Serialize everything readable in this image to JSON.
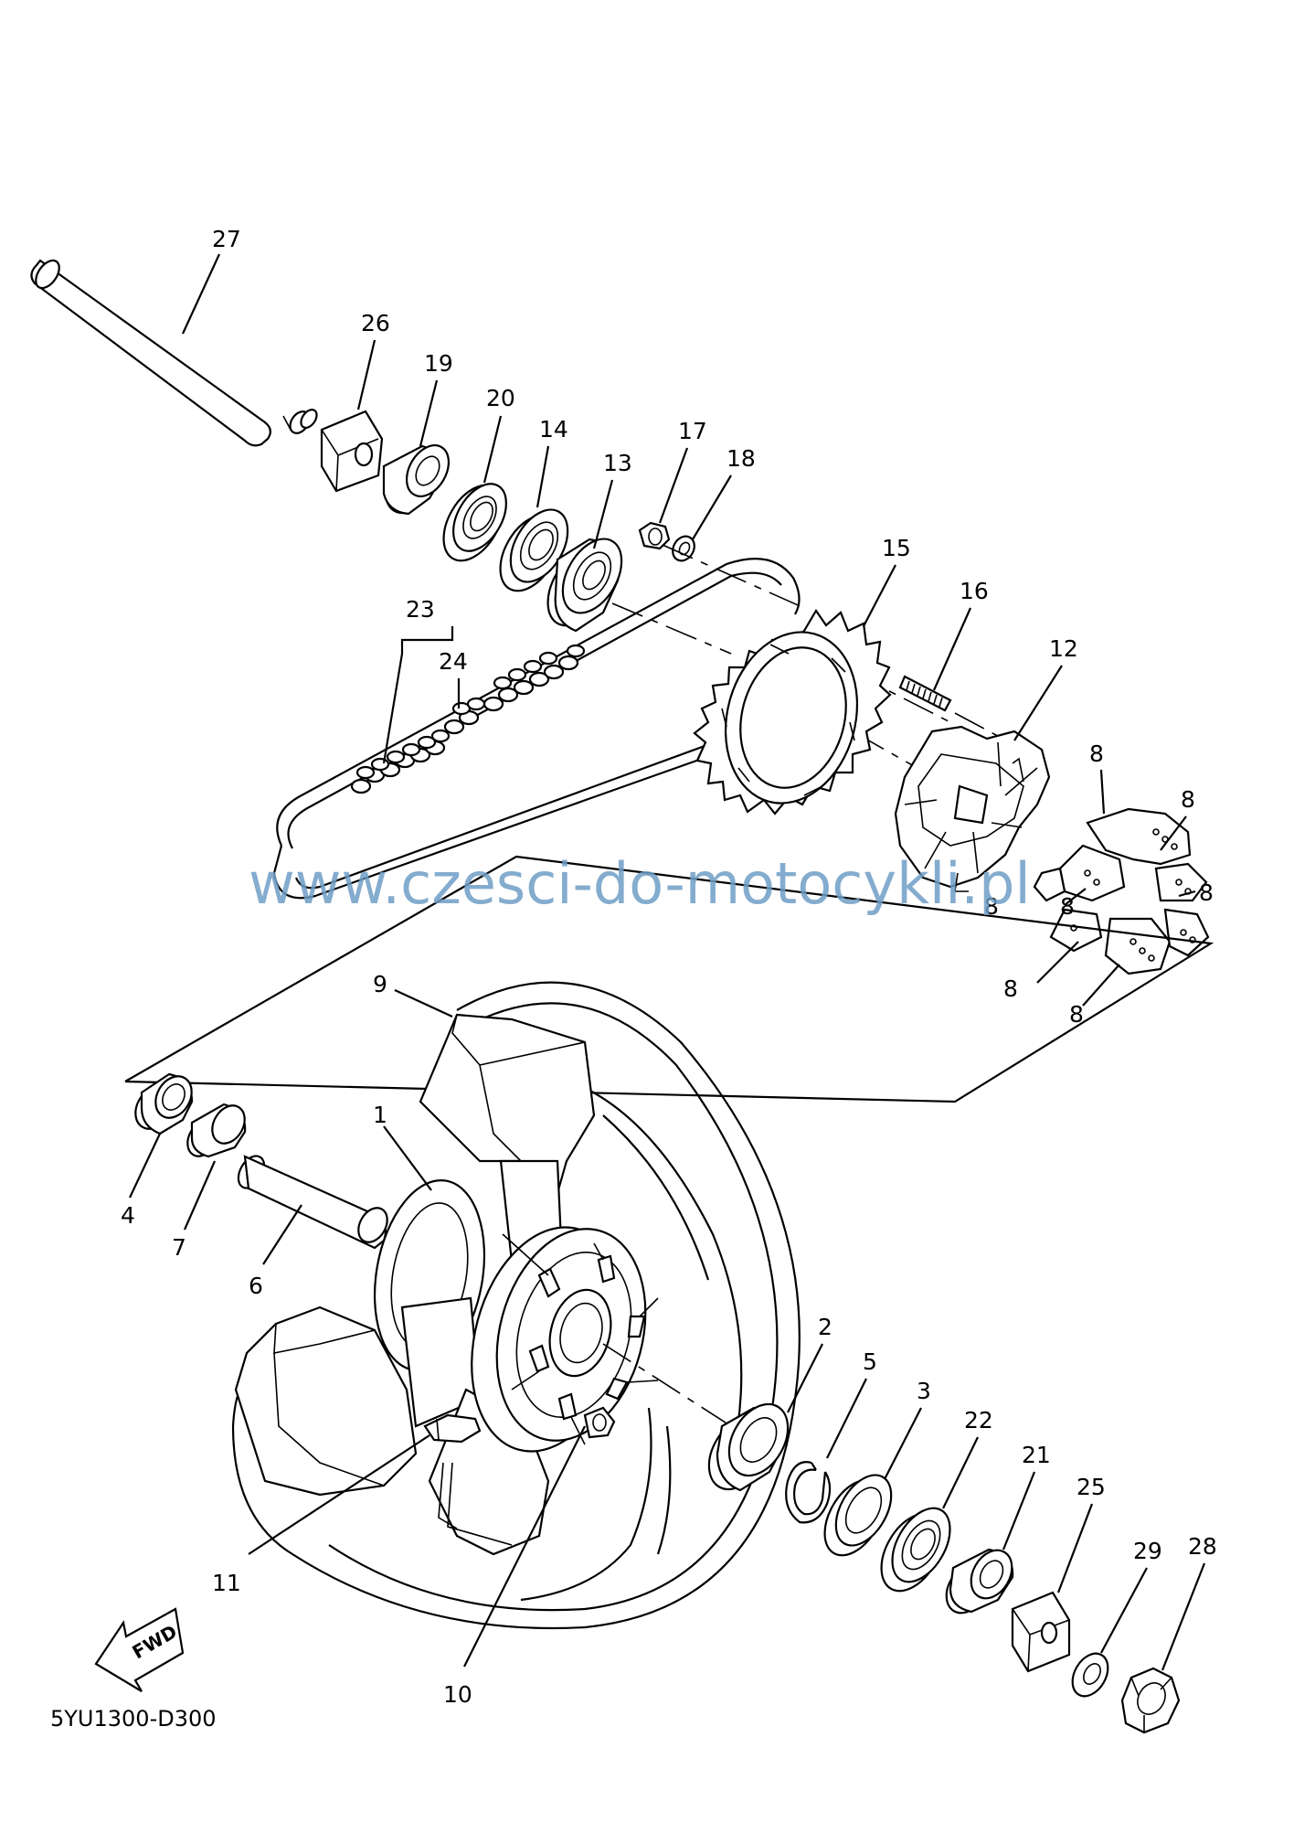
{
  "diagram": {
    "code": "5YU1300-D300",
    "watermark": "www.czesci-do-motocykli.pl",
    "fwd_label": "FWD",
    "callouts": {
      "c1": "1",
      "c2": "2",
      "c3": "3",
      "c4": "4",
      "c5": "5",
      "c6": "6",
      "c7": "7",
      "c8a": "8",
      "c8b": "8",
      "c8c": "8",
      "c8d": "8",
      "c8e": "8",
      "c8f": "8",
      "c8g": "8",
      "c9": "9",
      "c10": "10",
      "c11": "11",
      "c12": "12",
      "c13": "13",
      "c14": "14",
      "c15": "15",
      "c16": "16",
      "c17": "17",
      "c18": "18",
      "c19": "19",
      "c20": "20",
      "c21": "21",
      "c22": "22",
      "c23": "23",
      "c24": "24",
      "c25": "25",
      "c26": "26",
      "c27": "27",
      "c28": "28",
      "c29": "29"
    },
    "colors": {
      "line": "#000000",
      "watermark": "#6f9ec6",
      "background": "#ffffff"
    }
  }
}
